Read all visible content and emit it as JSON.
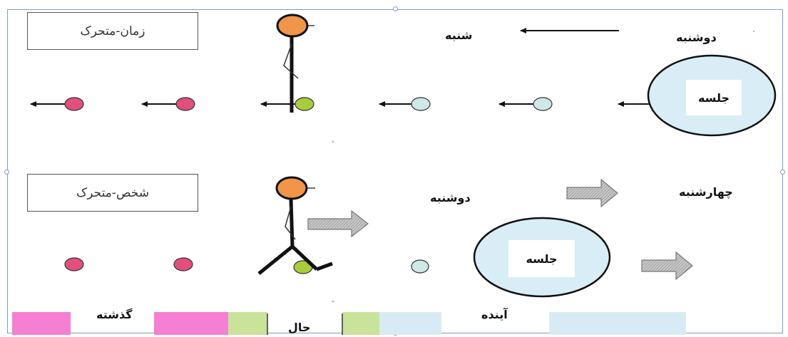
{
  "top_section": {
    "mode_label": "زمان-متحرک",
    "day_left": "شنبه",
    "day_right": "دوشنبه",
    "meeting_label": "جلسه"
  },
  "bottom_section": {
    "mode_label": "شخص-متحرک",
    "day_middle": "دوشنبه",
    "day_right": "چهارشنبه",
    "meeting_label": "جلسه"
  },
  "timeline": {
    "past_label": "گذشته",
    "present_label": "حال",
    "future_label": "آینده"
  },
  "colors": {
    "past": "#f57fd3",
    "present": "#c9e39a",
    "future": "#d8ebf5",
    "pink_dot": "#e0507a",
    "green_dot": "#a9cc3a",
    "pale_dot": "#cfe8e8",
    "head": "#f0954a",
    "meeting_fill": "#d9edf6"
  }
}
